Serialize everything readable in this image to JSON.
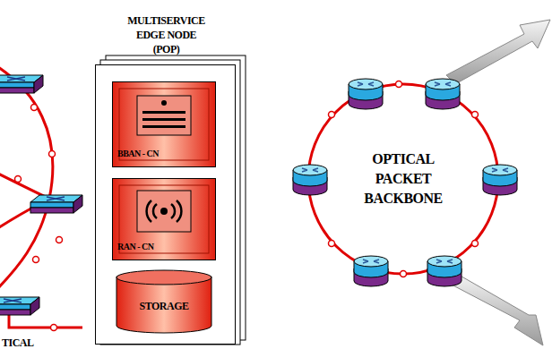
{
  "diagram": {
    "nodes": [
      {
        "text": [
          "MULTISERVICE EDGE NODE (POP)"
        ]
      },
      {
        "text": [
          "BBAN - CN"
        ],
        "in": 0
      },
      {
        "text": [
          "RAN - CN"
        ],
        "in": 0
      },
      {
        "text": [
          "STORAGE"
        ],
        "in": 0
      },
      {
        "text": [
          "OPTICAL PACKET BACKBONE"
        ]
      }
    ],
    "labels": [
      "TICAL"
    ]
  }
}
